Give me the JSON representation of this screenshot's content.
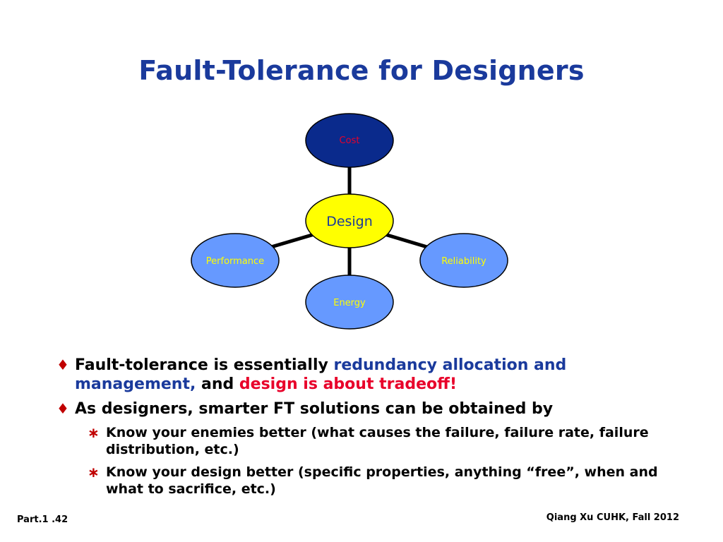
{
  "title": "Fault-Tolerance for Designers",
  "diagram": {
    "center": "Design",
    "top": "Cost",
    "left": "Performance",
    "right": "Reliability",
    "bottom": "Energy"
  },
  "bullets": [
    {
      "parts": [
        "Fault-tolerance is essentially ",
        "redundancy allocation and management,",
        " and ",
        "design is about tradeoff!"
      ]
    },
    {
      "parts": [
        "As designers, smarter FT solutions can be obtained by"
      ],
      "subs": [
        "Know your enemies better (what causes the failure, failure rate, failure distribution, etc.)",
        "Know your design better (specific properties, anything “free”, when and what to sacrifice, etc.)"
      ]
    }
  ],
  "marks": {
    "bullet": "♦",
    "sub": "∗"
  },
  "footer": {
    "left": "Part.1 .42",
    "right": "Qiang Xu CUHK, Fall 2012"
  },
  "colors": {
    "title": "#1a3a9c",
    "highlight_blue": "#1a3a9c",
    "highlight_red": "#e8002a",
    "cost_fill": "#0a2a8c",
    "node_fill": "#6699ff",
    "center_fill": "#ffff00"
  }
}
